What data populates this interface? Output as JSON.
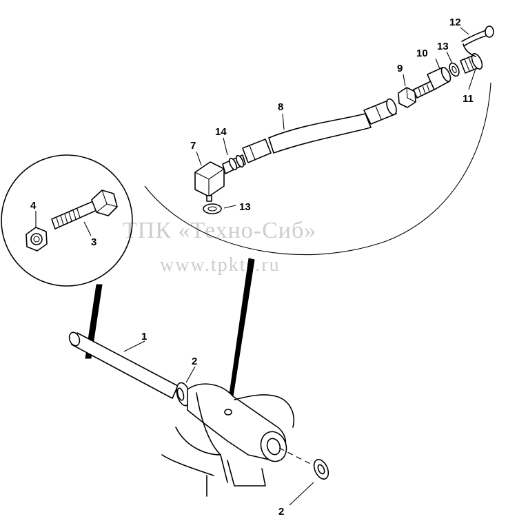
{
  "watermark": {
    "line1": "ТПК «Техно-Сиб»",
    "line2": "www.tpkts.ru"
  },
  "callouts": [
    {
      "id": "c12",
      "text": "12"
    },
    {
      "id": "c13a",
      "text": "13"
    },
    {
      "id": "c10",
      "text": "10"
    },
    {
      "id": "c9",
      "text": "9"
    },
    {
      "id": "c11",
      "text": "11"
    },
    {
      "id": "c8",
      "text": "8"
    },
    {
      "id": "c14",
      "text": "14"
    },
    {
      "id": "c7",
      "text": "7"
    },
    {
      "id": "c13b",
      "text": "13"
    },
    {
      "id": "c4",
      "text": "4"
    },
    {
      "id": "c3",
      "text": "3"
    },
    {
      "id": "c1",
      "text": "1"
    },
    {
      "id": "c2a",
      "text": "2"
    },
    {
      "id": "c2b",
      "text": "2"
    }
  ]
}
